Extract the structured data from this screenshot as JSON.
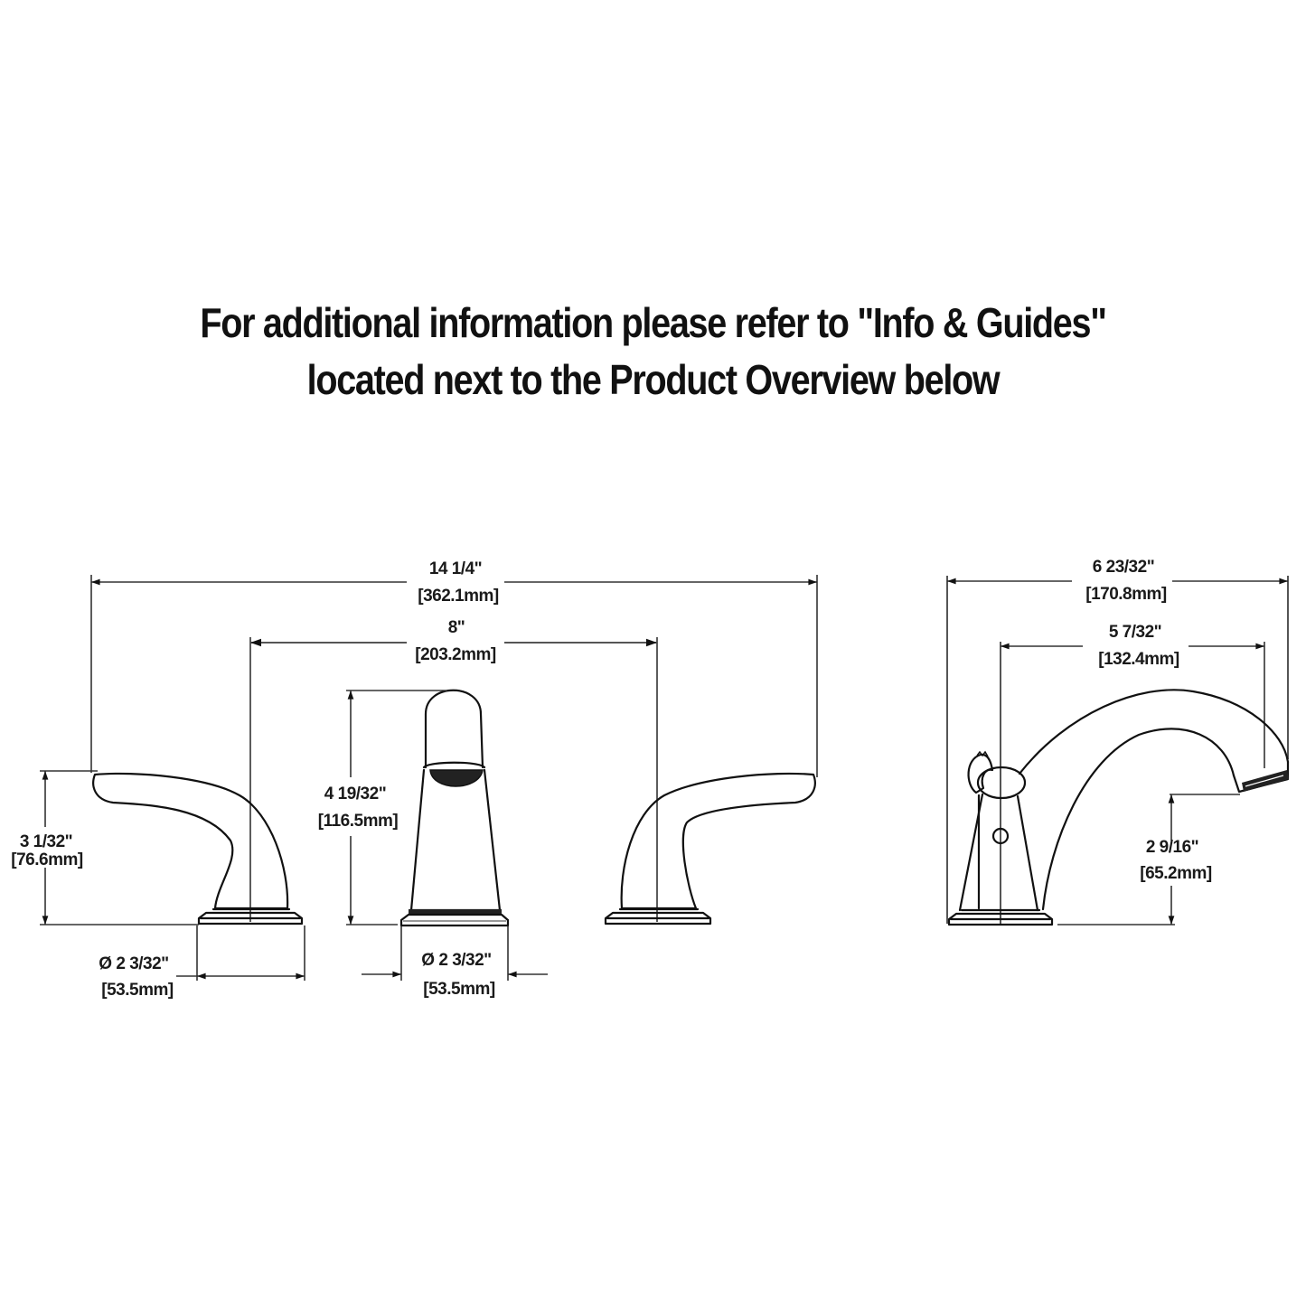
{
  "headline": {
    "line1": "For additional information please refer to \"Info & Guides\"",
    "line2": "located next to the Product Overview below"
  },
  "front_view": {
    "overall_width": {
      "imperial": "14 1/4\"",
      "metric": "[362.1mm]"
    },
    "center_spread": {
      "imperial": "8\"",
      "metric": "[203.2mm]"
    },
    "handle_height": {
      "imperial": "3 1/32\"",
      "metric": "[76.6mm]"
    },
    "spout_height": {
      "imperial": "4 19/32\"",
      "metric": "[116.5mm]"
    },
    "handle_base_diameter": {
      "imperial": "Ø 2 3/32\"",
      "metric": "[53.5mm]"
    },
    "spout_base_diameter": {
      "imperial": "Ø 2 3/32\"",
      "metric": "[53.5mm]"
    }
  },
  "side_view": {
    "overall_depth": {
      "imperial": "6 23/32\"",
      "metric": "[170.8mm]"
    },
    "spout_reach": {
      "imperial": "5 7/32\"",
      "metric": "[132.4mm]"
    },
    "aerator_clearance": {
      "imperial": "2 9/16\"",
      "metric": "[65.2mm]"
    }
  },
  "colors": {
    "background": "#ffffff",
    "line": "#111111",
    "dimension_line": "#333333"
  }
}
